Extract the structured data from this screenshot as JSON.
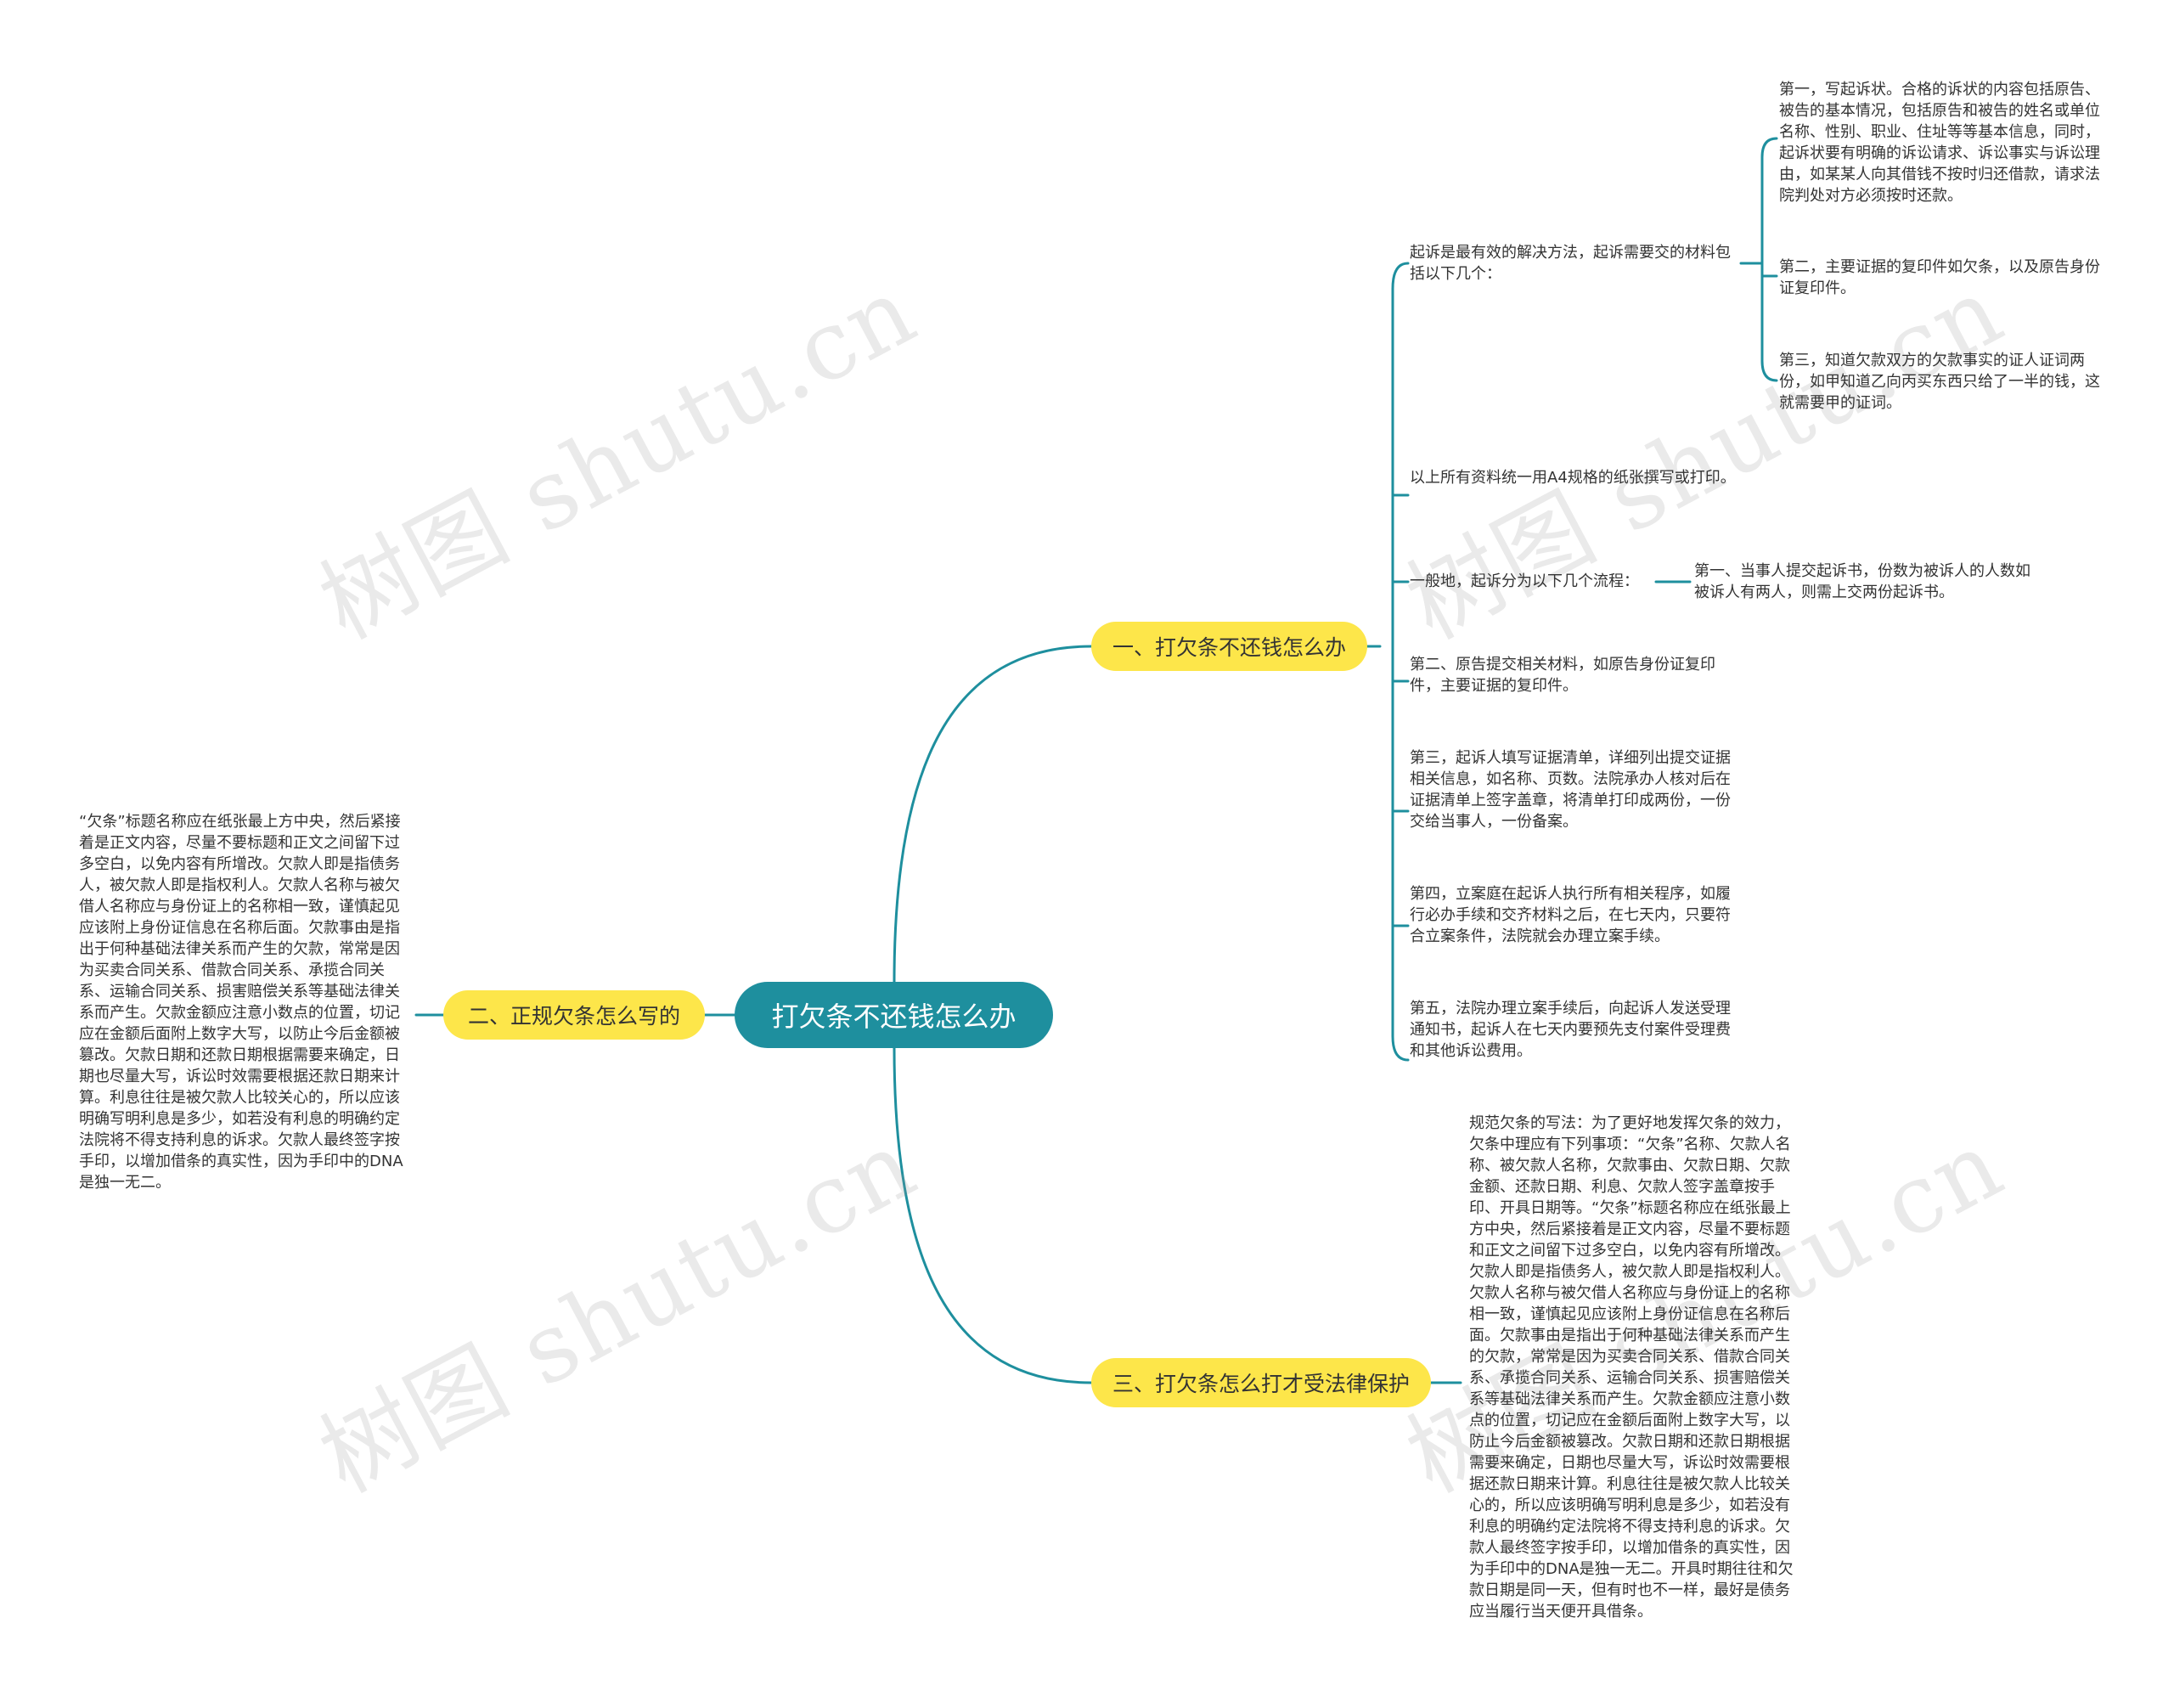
{
  "root": {
    "label": "打欠条不还钱怎么办"
  },
  "branches": [
    {
      "label": "一、打欠条不还钱怎么办",
      "children": [
        {
          "text": "起诉是最有效的解决方法，起诉需要交的材料包括以下几个：",
          "children": [
            {
              "text": "第一，写起诉状。合格的诉状的内容包括原告、被告的基本情况，包括原告和被告的姓名或单位名称、性别、职业、住址等等基本信息，同时，起诉状要有明确的诉讼请求、诉讼事实与诉讼理由，如某某人向其借钱不按时归还借款，请求法院判处对方必须按时还款。"
            },
            {
              "text": "第二，主要证据的复印件如欠条，以及原告身份证复印件。"
            },
            {
              "text": "第三，知道欠款双方的欠款事实的证人证词两份，如甲知道乙向丙买东西只给了一半的钱，这就需要甲的证词。"
            }
          ]
        },
        {
          "text": "以上所有资料统一用A4规格的纸张撰写或打印。"
        },
        {
          "text": "一般地，起诉分为以下几个流程：",
          "children": [
            {
              "text": "第一、当事人提交起诉书，份数为被诉人的人数如被诉人有两人，则需上交两份起诉书。"
            }
          ]
        },
        {
          "text": "第二、原告提交相关材料，如原告身份证复印件，主要证据的复印件。"
        },
        {
          "text": "第三，起诉人填写证据清单，详细列出提交证据相关信息，如名称、页数。法院承办人核对后在证据清单上签字盖章，将清单打印成两份，一份交给当事人，一份备案。"
        },
        {
          "text": "第四，立案庭在起诉人执行所有相关程序，如履行必办手续和交齐材料之后，在七天内，只要符合立案条件，法院就会办理立案手续。"
        },
        {
          "text": "第五，法院办理立案手续后，向起诉人发送受理通知书，起诉人在七天内要预先支付案件受理费和其他诉讼费用。"
        }
      ]
    },
    {
      "label": "二、正规欠条怎么写的",
      "children": [
        {
          "text": "“欠条”标题名称应在纸张最上方中央，然后紧接着是正文内容，尽量不要标题和正文之间留下过多空白，以免内容有所增改。欠款人即是指债务人，被欠款人即是指权利人。欠款人名称与被欠借人名称应与身份证上的名称相一致，谨慎起见应该附上身份证信息在名称后面。欠款事由是指出于何种基础法律关系而产生的欠款，常常是因为买卖合同关系、借款合同关系、承揽合同关系、运输合同关系、损害赔偿关系等基础法律关系而产生。欠款金额应注意小数点的位置，切记应在金额后面附上数字大写，以防止今后金额被篡改。欠款日期和还款日期根据需要来确定，日期也尽量大写，诉讼时效需要根据还款日期来计算。利息往往是被欠款人比较关心的，所以应该明确写明利息是多少，如若没有利息的明确约定法院将不得支持利息的诉求。欠款人最终签字按手印，以增加借条的真实性，因为手印中的DNA是独一无二。"
        }
      ]
    },
    {
      "label": "三、打欠条怎么打才受法律保护",
      "children": [
        {
          "text": "规范欠条的写法：为了更好地发挥欠条的效力，欠条中理应有下列事项：“欠条”名称、欠款人名称、被欠款人名称，欠款事由、欠款日期、欠款金额、还款日期、利息、欠款人签字盖章按手印、开具日期等。“欠条”标题名称应在纸张最上方中央，然后紧接着是正文内容，尽量不要标题和正文之间留下过多空白，以免内容有所增改。欠款人即是指债务人，被欠款人即是指权利人。欠款人名称与被欠借人名称应与身份证上的名称相一致，谨慎起见应该附上身份证信息在名称后面。欠款事由是指出于何种基础法律关系而产生的欠款，常常是因为买卖合同关系、借款合同关系、承揽合同关系、运输合同关系、损害赔偿关系等基础法律关系而产生。欠款金额应注意小数点的位置，切记应在金额后面附上数字大写，以防止今后金额被篡改。欠款日期和还款日期根据需要来确定，日期也尽量大写，诉讼时效需要根据还款日期来计算。利息往往是被欠款人比较关心的，所以应该明确写明利息是多少，如若没有利息的明确约定法院将不得支持利息的诉求。欠款人最终签字按手印，以增加借条的真实性，因为手印中的DNA是独一无二。开具时期往往和欠款日期是同一天，但有时也不一样，最好是债务应当履行当天便开具借条。"
        }
      ]
    }
  ],
  "watermark": "树图 shutu.cn",
  "colors": {
    "root_fill": "#1e8f9e",
    "branch_fill": "#fde64a",
    "connector": "#1e8f9e",
    "text": "#333333"
  }
}
